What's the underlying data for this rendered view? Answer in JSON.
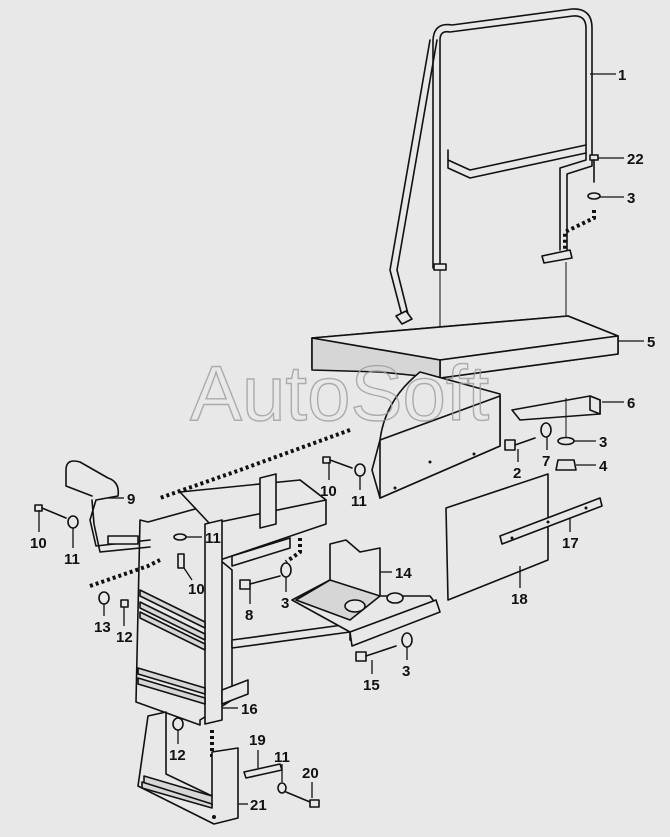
{
  "watermark": "AutoSoft",
  "callouts": {
    "c1": "1",
    "c22": "22",
    "c3a": "3",
    "c5": "5",
    "c6": "6",
    "c3b": "3",
    "c4": "4",
    "c2": "2",
    "c7": "7",
    "c10a": "10",
    "c11a": "11",
    "c9": "9",
    "c10b": "10",
    "c11b": "11",
    "c11c": "11",
    "c10c": "10",
    "c14": "14",
    "c8": "8",
    "c3c": "3",
    "c17": "17",
    "c13": "13",
    "c12a": "12",
    "c18": "18",
    "c3d": "3",
    "c15": "15",
    "c16": "16",
    "c12b": "12",
    "c19": "19",
    "c11d": "11",
    "c20": "20",
    "c21": "21"
  }
}
